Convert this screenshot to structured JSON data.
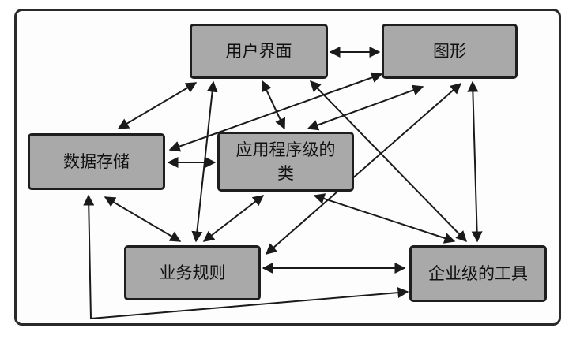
{
  "diagram": {
    "nodes": {
      "user_interface": "用户界面",
      "graphics": "图形",
      "data_storage": "数据存储",
      "app_classes": "应用程序级的类",
      "business_rules": "业务规则",
      "enterprise_tools": "企业级的工具"
    },
    "edges": [
      [
        "user_interface",
        "graphics"
      ],
      [
        "user_interface",
        "data_storage"
      ],
      [
        "user_interface",
        "app_classes"
      ],
      [
        "user_interface",
        "business_rules"
      ],
      [
        "user_interface",
        "enterprise_tools"
      ],
      [
        "graphics",
        "data_storage"
      ],
      [
        "graphics",
        "app_classes"
      ],
      [
        "graphics",
        "business_rules"
      ],
      [
        "graphics",
        "enterprise_tools"
      ],
      [
        "data_storage",
        "app_classes"
      ],
      [
        "data_storage",
        "business_rules"
      ],
      [
        "data_storage",
        "enterprise_tools"
      ],
      [
        "app_classes",
        "business_rules"
      ],
      [
        "app_classes",
        "enterprise_tools"
      ],
      [
        "business_rules",
        "enterprise_tools"
      ]
    ],
    "colors": {
      "node_fill": "#a9a9a9",
      "border": "#1e1e1e",
      "edge": "#1a1a1a"
    }
  }
}
